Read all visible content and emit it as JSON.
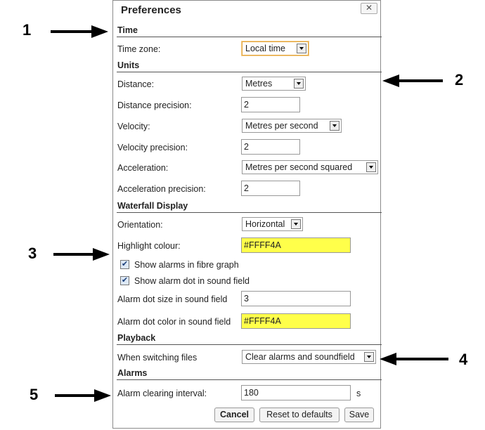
{
  "dialog": {
    "title": "Preferences",
    "close_label": "✕",
    "sections": {
      "time": "Time",
      "units": "Units",
      "waterfall": "Waterfall Display",
      "playback": "Playback",
      "alarms": "Alarms"
    },
    "time_zone": {
      "label": "Time zone:",
      "value": "Local time"
    },
    "distance": {
      "label": "Distance:",
      "value": "Metres"
    },
    "distance_precision": {
      "label": "Distance precision:",
      "value": "2"
    },
    "velocity": {
      "label": "Velocity:",
      "value": "Metres per second"
    },
    "velocity_precision": {
      "label": "Velocity precision:",
      "value": "2"
    },
    "acceleration": {
      "label": "Acceleration:",
      "value": "Metres per second squared"
    },
    "acceleration_precision": {
      "label": "Acceleration precision:",
      "value": "2"
    },
    "orientation": {
      "label": "Orientation:",
      "value": "Horizontal"
    },
    "highlight_colour": {
      "label": "Highlight colour:",
      "value": "#FFFF4A"
    },
    "show_alarms_fibre": {
      "label": "Show alarms in fibre graph",
      "checked": true,
      "mark": "✔"
    },
    "show_alarm_dot": {
      "label": "Show alarm dot in sound field",
      "checked": true,
      "mark": "✔"
    },
    "alarm_dot_size": {
      "label": "Alarm dot size in sound field",
      "value": "3"
    },
    "alarm_dot_color": {
      "label": "Alarm dot color in sound field",
      "value": "#FFFF4A"
    },
    "switching_files": {
      "label": "When switching files",
      "value": "Clear alarms and soundfield"
    },
    "alarm_clearing": {
      "label": "Alarm clearing interval:",
      "value": "180",
      "unit": "s"
    },
    "buttons": {
      "cancel": "Cancel",
      "reset": "Reset to defaults",
      "save": "Save"
    }
  },
  "callouts": [
    "1",
    "2",
    "3",
    "4",
    "5"
  ],
  "colors": {
    "highlight": "#FFFF4A",
    "focus_border": "#E3A33C"
  }
}
